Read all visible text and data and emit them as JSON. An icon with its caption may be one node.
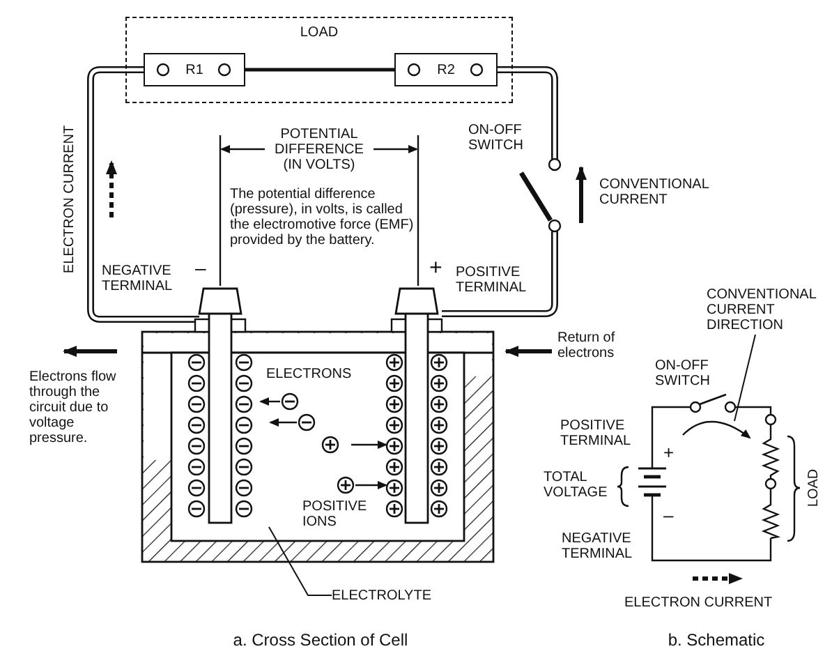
{
  "diagram": {
    "nodes": [
      {
        "text": [
          "LOAD"
        ]
      },
      {
        "text": [
          "R1"
        ],
        "in": 0
      },
      {
        "text": [
          "R2"
        ],
        "in": 0
      },
      {
        "text": [
          "ELECTROLYTE"
        ]
      },
      {
        "text": [
          "CONVENTIONAL CURRENT DIRECTION"
        ]
      }
    ],
    "edges": [
      {
        "from": 1,
        "to": 2,
        "arrow": "none"
      },
      {
        "from": 3,
        "to": null,
        "arrow": "none"
      },
      {
        "from": 4,
        "to": null,
        "arrow": "none"
      }
    ],
    "labels": [
      "POTENTIAL DIFFERENCE (IN VOLTS)",
      "ON-OFF SWITCH",
      "ELECTRON CURRENT",
      "CONVENTIONAL CURRENT",
      "The potential difference (pressure), in volts, is called the electromotive force (EMF) provided by the battery.",
      "NEGATIVE TERMINAL",
      "–",
      "+",
      "POSITIVE TERMINAL",
      "Electrons flow through the circuit due to voltage pressure.",
      "Return of electrons",
      "ELECTRONS",
      "POSITIVE IONS",
      "ON-OFF SWITCH",
      "POSITIVE TERMINAL",
      "+",
      "TOTAL VOLTAGE",
      "–",
      "NEGATIVE TERMINAL",
      "LOAD",
      "ELECTRON CURRENT",
      "a. Cross Section of Cell",
      "b. Schematic"
    ]
  }
}
